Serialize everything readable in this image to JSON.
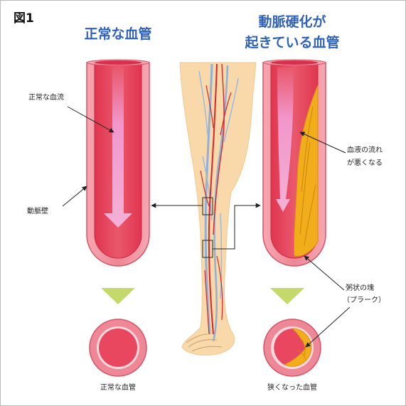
{
  "figure_label": "図1",
  "left": {
    "title": "正常な血管",
    "labels": {
      "blood_flow": "正常な血流",
      "artery_wall": "動脈壁",
      "cross_section": "正常な血管"
    }
  },
  "right": {
    "title_line1": "動脈硬化が",
    "title_line2": "起きている血管",
    "labels": {
      "flow_line1": "血液の流れ",
      "flow_line2": "が悪くなる",
      "plaque_line1": "粥状の塊",
      "plaque_line2": "（プラーク）",
      "cross_section": "狭くなった血管"
    }
  },
  "colors": {
    "title_blue": "#2f62b8",
    "vessel_wall": "#e5667a",
    "vessel_lumen": "#e0354f",
    "flow_arrow": "#f08cc2",
    "plaque": "#f2ad1a",
    "chevron": "#c5d86a",
    "leg_skin": "#f9d9a9",
    "artery": "#d8262b",
    "vein": "#8fb0d8"
  }
}
